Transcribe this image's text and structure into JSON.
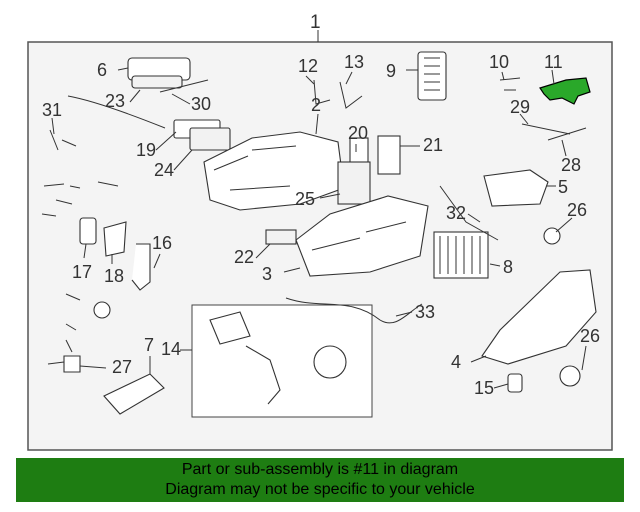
{
  "diagram": {
    "main_label": "1",
    "labels": [
      "2",
      "3",
      "4",
      "5",
      "6",
      "7",
      "8",
      "9",
      "10",
      "11",
      "12",
      "13",
      "14",
      "15",
      "16",
      "17",
      "18",
      "19",
      "20",
      "21",
      "22",
      "23",
      "24",
      "25",
      "26",
      "26",
      "27",
      "28",
      "29",
      "30",
      "31",
      "32",
      "33"
    ],
    "highlight_label": "11",
    "highlight_color": "#2aa82a"
  },
  "banner": {
    "line1": "Part or sub-assembly is #11 in diagram",
    "line2": "Diagram may not be specific to your vehicle",
    "background": "#1e7d12"
  }
}
